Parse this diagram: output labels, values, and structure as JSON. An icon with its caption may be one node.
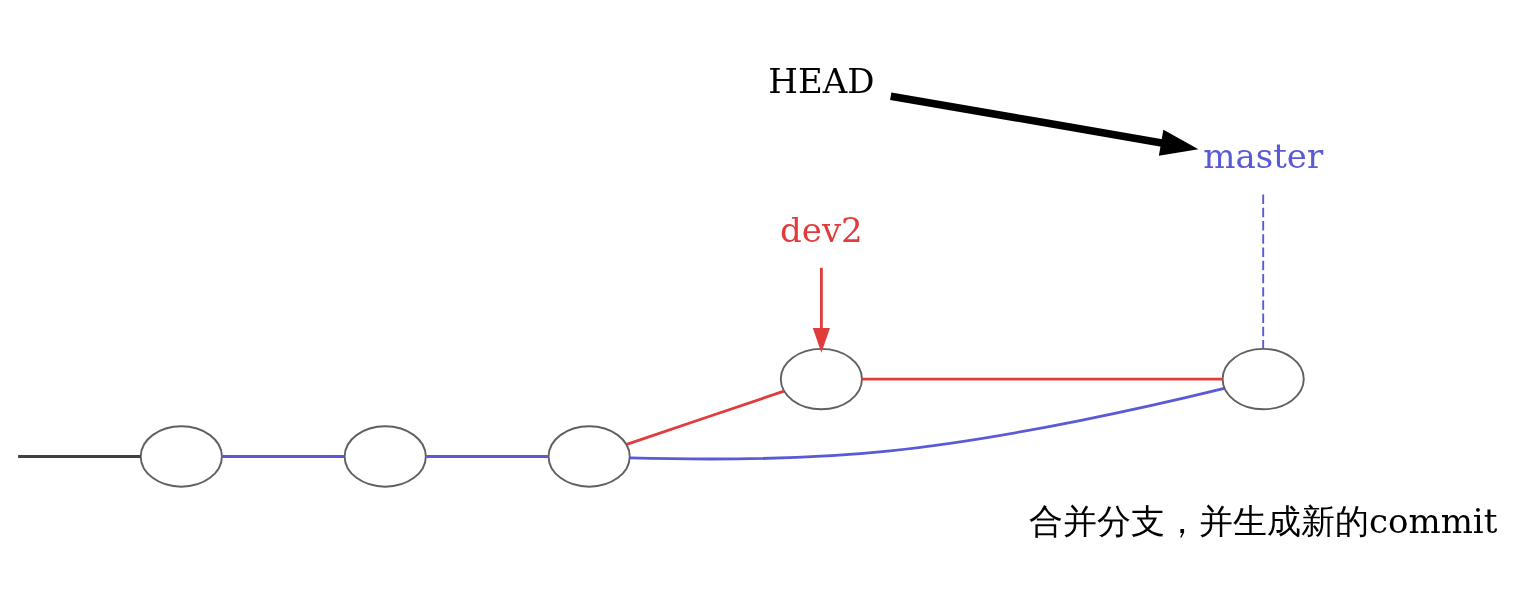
{
  "diagram": {
    "nodes": [
      {
        "text": [],
        "shape": "ellipse"
      },
      {
        "text": [],
        "shape": "ellipse"
      },
      {
        "text": [],
        "shape": "ellipse"
      },
      {
        "text": [],
        "shape": "ellipse"
      },
      {
        "text": [],
        "shape": "ellipse",
        "beside": [
          "合并分支，并生成新的commit"
        ]
      },
      {
        "text": [
          "dev2"
        ]
      },
      {
        "text": [
          "HEAD"
        ]
      },
      {
        "text": [
          "master"
        ]
      }
    ],
    "edges": [
      {
        "from": null,
        "to": 0,
        "arrow": "none",
        "color": "#404040"
      },
      {
        "from": 0,
        "to": 1,
        "arrow": "none"
      },
      {
        "from": 1,
        "to": 2,
        "arrow": "none"
      },
      {
        "from": 2,
        "to": 4,
        "arrow": "none"
      },
      {
        "from": 2,
        "to": 3,
        "arrow": "none",
        "color": "#e03c3c"
      },
      {
        "from": 3,
        "to": 4,
        "arrow": "none",
        "color": "#e03c3c"
      },
      {
        "from": 5,
        "to": 3,
        "arrow": "to",
        "color": "#e03c3c"
      },
      {
        "from": 7,
        "to": 4,
        "arrow": "none",
        "style": "dashed"
      },
      {
        "from": 6,
        "to": 7,
        "arrow": "to",
        "style": "thick",
        "color": "#000000"
      }
    ]
  }
}
